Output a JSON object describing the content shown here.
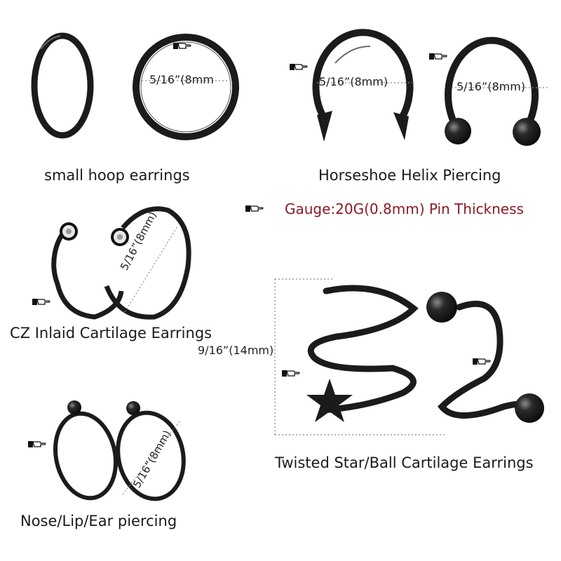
{
  "colors": {
    "metal": "#1b1b1b",
    "highlight": "#6a6a6a",
    "accent_text": "#8b1a24",
    "dim_line": "#777777"
  },
  "labels": {
    "hoop": "small hoop earrings",
    "horseshoe": "Horseshoe Helix Piercing",
    "gauge": "Gauge:20G(0.8mm) Pin Thickness",
    "cz": "CZ Inlaid Cartilage Earrings",
    "nose": "Nose/Lip/Ear piercing",
    "twisted": "Twisted Star/Ball Cartilage Earrings"
  },
  "dimensions": {
    "hoop": "5/16”(8mm",
    "horseshoe_left": "5/16”(8mm)",
    "horseshoe_right": "5/16”(8mm)",
    "cz": "5/16”(8mm)",
    "nose": "5/16”(8mm)",
    "twisted": "9/16”(14mm)"
  },
  "icons": {
    "pointer": "pointing-hand-icon"
  }
}
